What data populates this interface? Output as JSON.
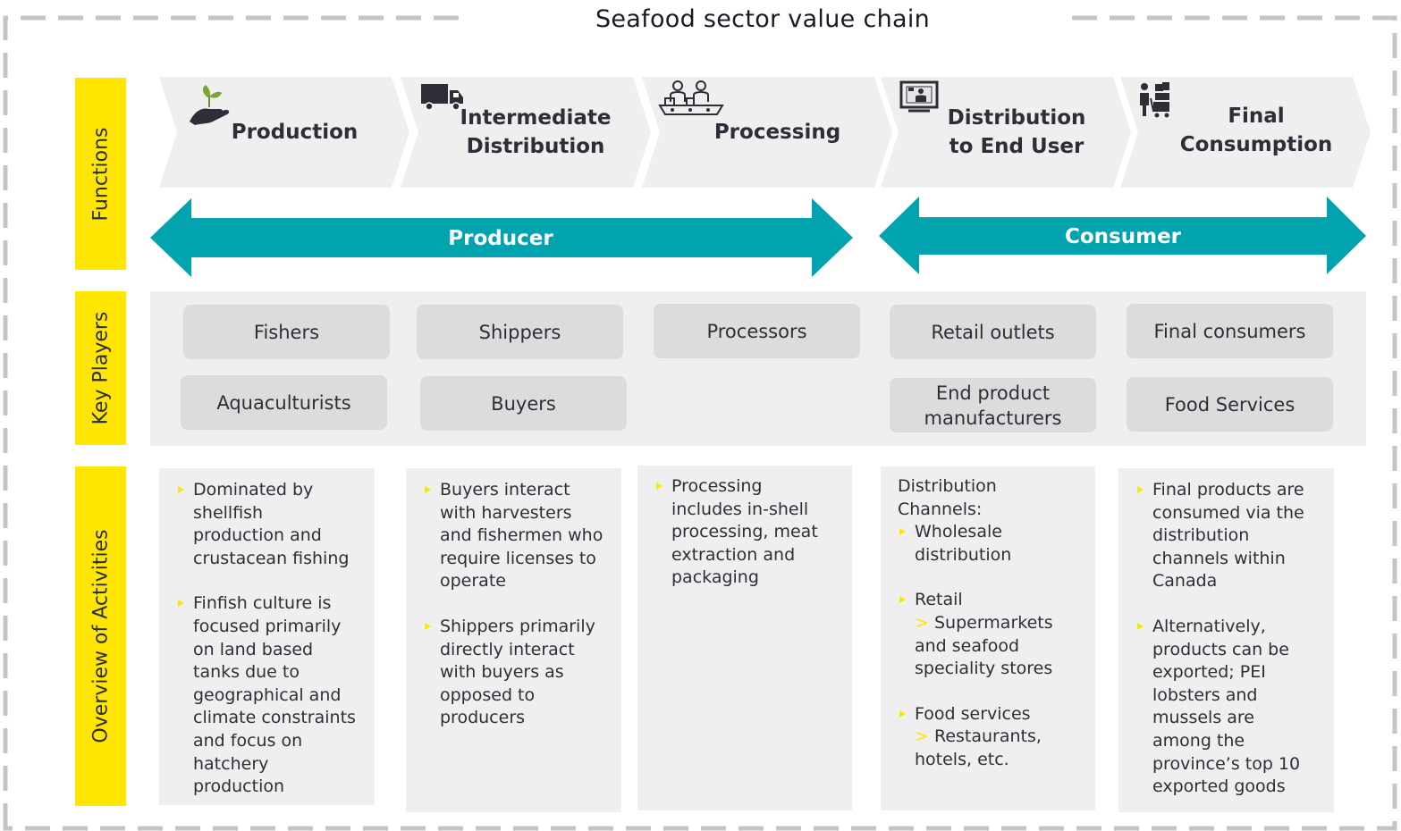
{
  "title": "Seafood sector value chain",
  "rows": {
    "functions": "Functions",
    "key_players": "Key Players",
    "overview": "Overview of Activities"
  },
  "functions": [
    {
      "icon": "plant-hand-icon",
      "line1": "Production",
      "line2": ""
    },
    {
      "icon": "truck-icon",
      "line1": "Intermediate",
      "line2": "Distribution"
    },
    {
      "icon": "workers-conveyor-icon",
      "line1": "Processing",
      "line2": ""
    },
    {
      "icon": "monitor-shop-icon",
      "line1": "Distribution",
      "line2": "to End User"
    },
    {
      "icon": "person-cart-icon",
      "line1": "Final",
      "line2": "Consumption"
    }
  ],
  "arrows": {
    "producer": "Producer",
    "consumer": "Consumer"
  },
  "key_players": {
    "production": [
      "Fishers",
      "Aquaculturists"
    ],
    "intermediate": [
      "Shippers",
      "Buyers"
    ],
    "processing": [
      "Processors"
    ],
    "distribution": [
      "Retail outlets",
      "End product manufacturers"
    ],
    "consumption": [
      "Final consumers",
      "Food Services"
    ]
  },
  "activities": {
    "production": [
      "Dominated by shellfish production and crustacean fishing",
      "Finfish culture is focused primarily on land based tanks due to geographical and climate constraints and focus on hatchery production"
    ],
    "intermediate": [
      "Buyers interact with harvesters and fishermen who require licenses to operate",
      "Shippers primarily directly interact with buyers as opposed to producers"
    ],
    "processing": [
      "Processing includes in-shell processing, meat extraction and packaging"
    ],
    "distribution": {
      "intro": "Distribution Channels:",
      "wholesale": "Wholesale distribution",
      "retail": "Retail",
      "retail_sub": "Supermarkets and seafood speciality stores",
      "food": "Food services",
      "food_sub": "Restaurants, hotels, etc.",
      "gt": ">"
    },
    "consumption": [
      "Final products are consumed via the distribution channels within Canada",
      "Alternatively, products can be exported; PEI lobsters and mussels are among the province’s top 10 exported goods"
    ]
  },
  "colors": {
    "accent_yellow": "#ffe600",
    "arrow_teal": "#00a3ae",
    "chevron": "#efefef",
    "box": "#dcdcdc",
    "dash": "#c4c4c4"
  }
}
